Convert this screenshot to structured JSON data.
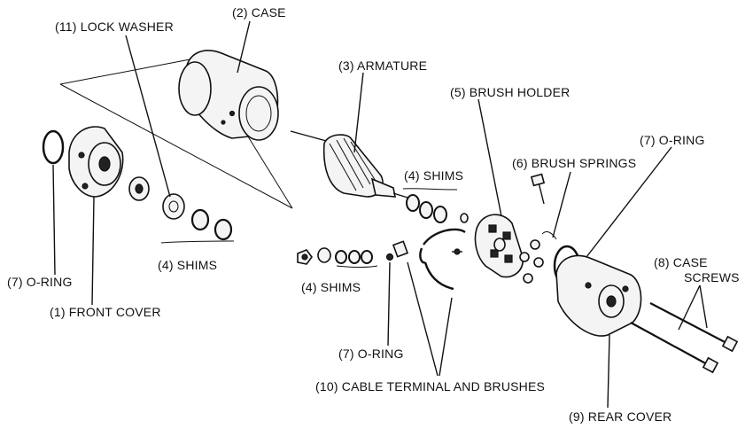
{
  "labels": {
    "lock_washer": "(11) LOCK WASHER",
    "case": "(2) CASE",
    "armature": "(3) ARMATURE",
    "brush_holder": "(5) BRUSH HOLDER",
    "o_ring_top": "(7) O-RING",
    "shims_upper": "(4) SHIMS",
    "brush_springs": "(6) BRUSH SPRINGS",
    "case_screws_line1": "(8) CASE",
    "case_screws_line2": "SCREWS",
    "shims_left": "(4) SHIMS",
    "o_ring_left": "(7) O-RING",
    "shims_middle": "(4) SHIMS",
    "front_cover": "(1) FRONT COVER",
    "o_ring_middle": "(7) O-RING",
    "cable_terminal": "(10) CABLE TERMINAL AND BRUSHES",
    "rear_cover": "(9) REAR COVER"
  }
}
